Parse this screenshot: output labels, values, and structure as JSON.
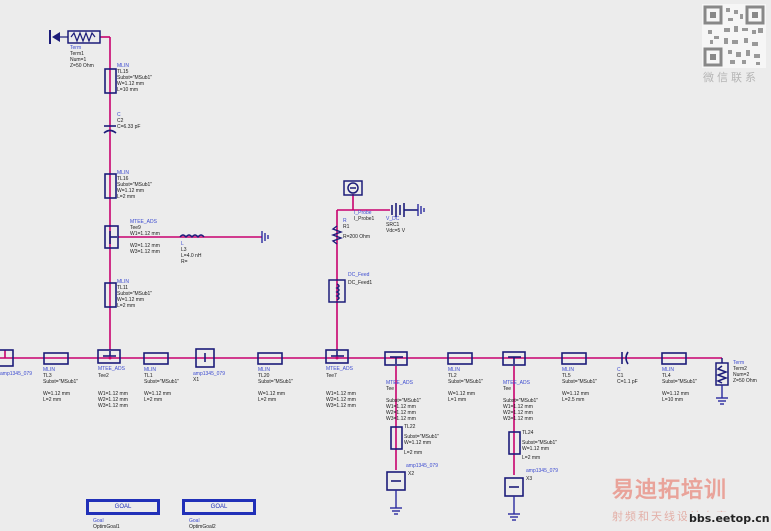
{
  "components": {
    "term1": {
      "type": "Term",
      "name": "Term1",
      "line1": "Num=1",
      "line2": "Z=50 Ohm"
    },
    "tl15": {
      "type": "MLIN",
      "name": "TL15",
      "subst": "Subst=\"MSub1\"",
      "w": "W=1.12 mm",
      "l": "L=10 mm"
    },
    "c2": {
      "type": "C",
      "name": "C2",
      "value": "C=6.33 pF"
    },
    "tl16": {
      "type": "MLIN",
      "name": "TL16",
      "subst": "Subst=\"MSub1\"",
      "w": "W=1.12 mm",
      "l": "L=2 mm"
    },
    "tee9": {
      "type": "MTEE_ADS",
      "name": "Tee9",
      "w1": "W1=1.12 mm",
      "w2": "W2=1.12 mm",
      "w3": "W3=1.12 mm"
    },
    "l3": {
      "type": "L",
      "name": "L3",
      "value": "L=4.0 nH",
      "r": "R="
    },
    "tl11": {
      "type": "MLIN",
      "name": "TL11",
      "subst": "Subst=\"MSub1\"",
      "w": "W=1.12 mm",
      "l": "L=2 mm"
    },
    "i_probe": {
      "type": "I_Probe",
      "name": "I_Probe1"
    },
    "v_dc": {
      "type": "V_DC",
      "name": "SRC1",
      "value": "Vdc=5 V"
    },
    "r1": {
      "type": "R",
      "name": "R1",
      "value": "R=200 Ohm"
    },
    "dc_feed": {
      "type": "DC_Feed",
      "name": "DC_Feed1"
    },
    "mlin_left": {
      "type": "MLIN",
      "name": "TL3",
      "subst": "Subst=\"MSub1\"",
      "w": "W=1.12 mm",
      "l": "L=2 mm"
    },
    "tee2": {
      "type": "MTEE_ADS",
      "name": "Tee2",
      "w1": "W1=1.12 mm",
      "w2": "W2=1.12 mm",
      "w3": "W3=1.12 mm"
    },
    "tl1": {
      "type": "MLIN",
      "name": "TL1",
      "subst": "Subst=\"MSub1\"",
      "w": "W=1.12 mm",
      "l": "L=2 mm"
    },
    "amp_x1": {
      "type": "amp1345_079",
      "name": "X1"
    },
    "tl20": {
      "type": "MLIN",
      "name": "TL20",
      "subst": "Subst=\"MSub1\"",
      "w": "W=1.12 mm",
      "l": "L=2 mm"
    },
    "tee7": {
      "type": "MTEE_ADS",
      "name": "Tee7",
      "w1": "W1=1.12 mm",
      "w2": "W2=1.12 mm",
      "w3": "W3=1.12 mm"
    },
    "tee_b1": {
      "type": "MTEE_ADS",
      "name": "Tee",
      "subst": "Subst=\"MSub1\"",
      "w1": "W1=1.12 mm",
      "w2": "W2=1.12 mm",
      "w3": "W3=1.12 mm"
    },
    "tl22": {
      "type": "TL22",
      "subst": "Subst=\"MSub1\"",
      "w": "W=1.12 mm",
      "l": "L=2 mm"
    },
    "amp_x2": {
      "type": "amp1345_079",
      "name": "X2"
    },
    "tl2": {
      "type": "MLIN",
      "name": "TL2",
      "subst": "Subst=\"MSub1\"",
      "w": "W=1.12 mm",
      "l": "L=1 mm"
    },
    "tee_b2": {
      "type": "MTEE_ADS",
      "name": "Tee",
      "subst": "Subst=\"MSub1\"",
      "w1": "W1=1.12 mm",
      "w2": "W2=1.12 mm",
      "w3": "W3=1.12 mm"
    },
    "tl24": {
      "type": "TL24",
      "subst": "Subst=\"MSub1\"",
      "w": "W=1.12 mm",
      "l": "L=2 mm"
    },
    "amp_x3": {
      "type": "amp1345_079",
      "name": "X3"
    },
    "tl5": {
      "type": "MLIN",
      "name": "TL5",
      "subst": "Subst=\"MSub1\"",
      "w": "W=1.12 mm",
      "l": "L=2.5 mm"
    },
    "c1": {
      "type": "C",
      "name": "C1",
      "value": "C=1.1 pF"
    },
    "tl4": {
      "type": "MLIN",
      "name": "TL4",
      "subst": "Subst=\"MSub1\"",
      "w": "W=1.12 mm",
      "l": "L=10 mm"
    },
    "term2": {
      "type": "Term",
      "name": "Term2",
      "line1": "Num=2",
      "line2": "Z=50 Ohm"
    },
    "amp_left": {
      "name": "amp1345_079"
    }
  },
  "goals": [
    {
      "box": "GOAL",
      "name": "Goal",
      "sub": "OptimGoal1"
    },
    {
      "box": "GOAL",
      "name": "Goal",
      "sub": "OptimGoal2"
    }
  ],
  "watermark": {
    "qr_caption": "微信联系",
    "brand": "易迪拓培训",
    "tagline": "射频和天线设计专家",
    "url": "bbs.eetop.cn"
  },
  "colors": {
    "wire": "#c8006e",
    "component": "#1c1c7a",
    "ground": "#2a2aa0",
    "label_blue": "#3b4ad0",
    "background": "#ececec"
  }
}
